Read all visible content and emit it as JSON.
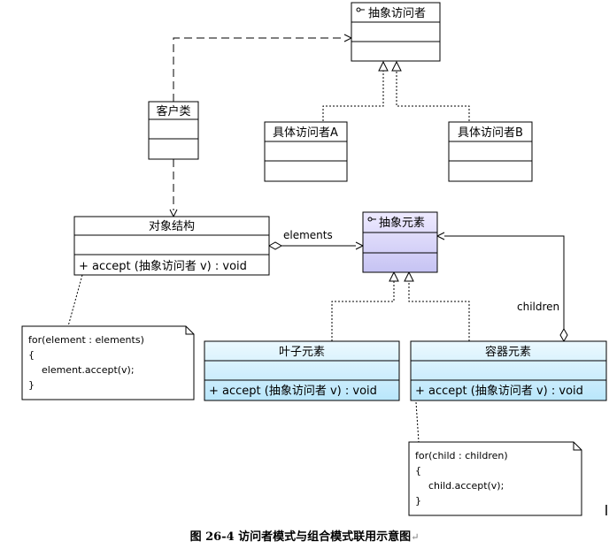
{
  "classes": {
    "abstract_visitor": {
      "name": "抽象访问者"
    },
    "concrete_visitor_a": {
      "name": "具体访问者A"
    },
    "concrete_visitor_b": {
      "name": "具体访问者B"
    },
    "client": {
      "name": "客户类"
    },
    "object_structure": {
      "name": "对象结构",
      "operation": "+  accept (抽象访问者 v)  : void"
    },
    "abstract_element": {
      "name": "抽象元素"
    },
    "leaf_element": {
      "name": "叶子元素",
      "operation": "+  accept (抽象访问者 v)  : void"
    },
    "container_element": {
      "name": "容器元素",
      "operation": "+  accept (抽象访问者 v)  : void"
    }
  },
  "labels": {
    "elements": "elements",
    "children": "children"
  },
  "notes": {
    "object_structure_note": [
      "for(element : elements)",
      "{",
      "element.accept(v);",
      "}"
    ],
    "container_note": [
      "for(child : children)",
      "{",
      "child.accept(v);",
      "}"
    ]
  },
  "caption": {
    "text": "图 26-4  访问者模式与组合模式联用示意图",
    "return_mark": "↵"
  },
  "colors": {
    "line": "#000000",
    "element_fill_top": "#eeeaff",
    "element_fill_bottom": "#c6c3f3",
    "leaf_fill_top": "#ecf9ff",
    "leaf_fill_bottom": "#b9e6fb"
  }
}
